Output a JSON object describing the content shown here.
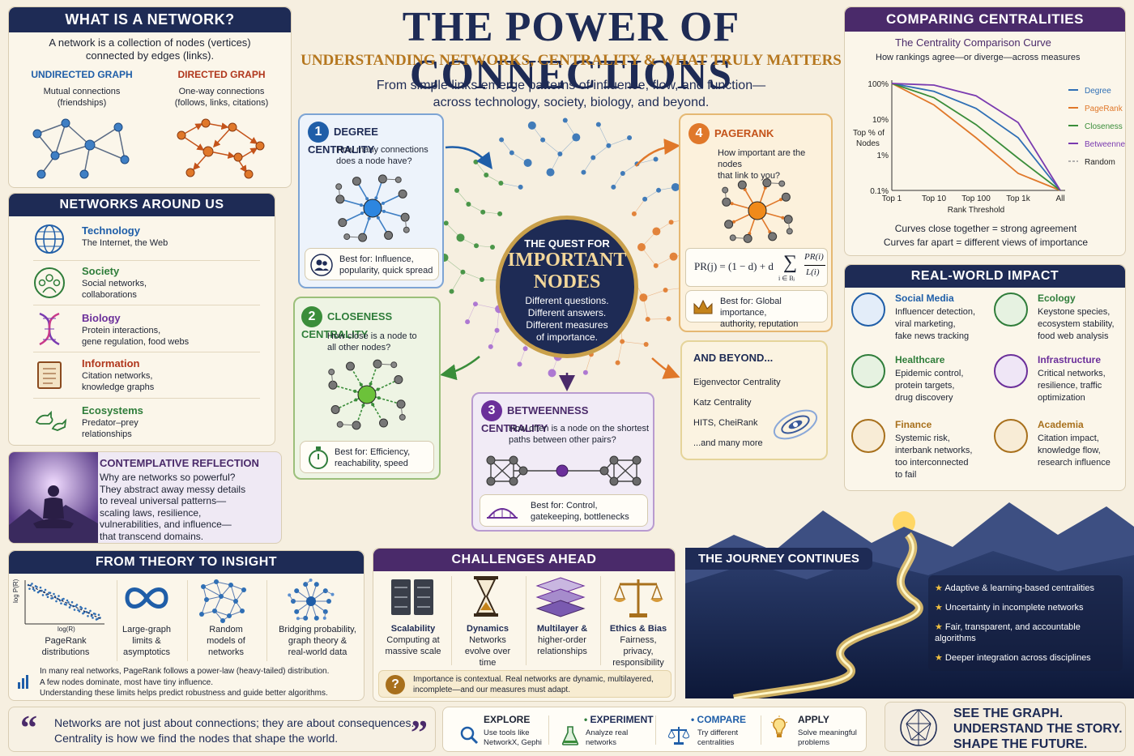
{
  "title": "THE POWER OF CONNECTIONS",
  "subtitle": "UNDERSTANDING NETWORKS, CENTRALITY & WHAT TRULY MATTERS",
  "intro": [
    "From simple links emerge patterns of influence, flow, and function—",
    "across technology, society, biology, and beyond."
  ],
  "what": {
    "header": "WHAT IS A NETWORK?",
    "desc": [
      "A network is a collection of nodes (vertices)",
      "connected by edges (links)."
    ],
    "undirected": {
      "title": "UNDIRECTED GRAPH",
      "d1": "Mutual connections",
      "d2": "(friendships)"
    },
    "directed": {
      "title": "DIRECTED GRAPH",
      "d1": "One-way connections",
      "d2": "(follows, links, citations)"
    }
  },
  "around": {
    "header": "NETWORKS AROUND US",
    "items": [
      {
        "title": "Technology",
        "d1": "The Internet, the Web",
        "d2": ""
      },
      {
        "title": "Society",
        "d1": "Social networks,",
        "d2": "collaborations"
      },
      {
        "title": "Biology",
        "d1": "Protein interactions,",
        "d2": "gene regulation, food webs"
      },
      {
        "title": "Information",
        "d1": "Citation networks,",
        "d2": "knowledge graphs"
      },
      {
        "title": "Ecosystems",
        "d1": "Predator–prey",
        "d2": "relationships"
      }
    ]
  },
  "reflection": {
    "title": "CONTEMPLATIVE REFLECTION",
    "lines": [
      "Why are networks so powerful?",
      "They abstract away messy details",
      "to reveal universal patterns—",
      "scaling laws, resilience,",
      "vulnerabilities, and influence—",
      "that transcend domains."
    ]
  },
  "degree": {
    "num": "1",
    "title": "DEGREE CENTRALITY",
    "q": [
      "How many connections",
      "does a node have?"
    ],
    "best": [
      "Best for: Influence,",
      "popularity, quick spread"
    ]
  },
  "closeness": {
    "num": "2",
    "title": "CLOSENESS CENTRALITY",
    "q": [
      "How close is a node to",
      "all other nodes?"
    ],
    "best": [
      "Best for: Efficiency,",
      "reachability, speed"
    ]
  },
  "betweenness": {
    "num": "3",
    "title": "BETWEENNESS CENTRALITY",
    "q": [
      "How often is a node on the shortest",
      "paths between other pairs?"
    ],
    "best": [
      "Best for: Control,",
      "gatekeeping, bottlenecks"
    ]
  },
  "pagerank": {
    "num": "4",
    "title": "PAGERANK",
    "q": [
      "How important are the nodes",
      "that link to you?"
    ],
    "formula_left": "PR(j) = (1 − d) + d",
    "formula_sum": "∑",
    "formula_sub": "i ∈ Bⱼ",
    "formula_num": "PR(i)",
    "formula_den": "L(i)",
    "best": [
      "Best for: Global importance,",
      "authority, reputation"
    ]
  },
  "quest": {
    "l1": "THE QUEST FOR",
    "l2": "IMPORTANT",
    "l3": "NODES",
    "d": [
      "Different questions.",
      "Different answers.",
      "Different measures",
      "of importance."
    ]
  },
  "beyond": {
    "title": "AND BEYOND...",
    "items": [
      "Eigenvector Centrality",
      "Katz Centrality",
      "HITS, CheiRank",
      "...and many more"
    ]
  },
  "comparing": {
    "header": "COMPARING CENTRALITIES",
    "title": "The Centrality Comparison Curve",
    "sub": "How rankings agree—or diverge—across measures",
    "note1": "Curves close together = strong agreement",
    "note2": "Curves far apart = different views of importance"
  },
  "chart_data": {
    "type": "line",
    "ylabel": "Top % of Nodes",
    "xlabel": "Rank Threshold",
    "categories": [
      "Top 1",
      "Top 10",
      "Top 100",
      "Top 1k",
      "All"
    ],
    "ytick_labels": [
      "100%",
      "10%",
      "1%",
      "0.1%"
    ],
    "series": [
      {
        "name": "Degree",
        "color": "#2f6fb5",
        "values": [
          100,
          60,
          20,
          3,
          0.1
        ]
      },
      {
        "name": "PageRank",
        "color": "#e0782a",
        "values": [
          100,
          25,
          3,
          0.3,
          0.1
        ]
      },
      {
        "name": "Closeness",
        "color": "#3a8d3a",
        "values": [
          100,
          40,
          7,
          0.8,
          0.1
        ]
      },
      {
        "name": "Betweenness",
        "color": "#7a3bb0",
        "values": [
          100,
          90,
          45,
          8,
          0.1
        ]
      },
      {
        "name": "Random",
        "color": "#999999",
        "values": []
      }
    ]
  },
  "impact": {
    "header": "REAL-WORLD IMPACT",
    "items": [
      {
        "title": "Social Media",
        "lines": [
          "Influencer detection,",
          "viral marketing,",
          "fake news tracking"
        ]
      },
      {
        "title": "Ecology",
        "lines": [
          "Keystone species,",
          "ecosystem stability,",
          "food web analysis"
        ]
      },
      {
        "title": "Healthcare",
        "lines": [
          "Epidemic control,",
          "protein targets,",
          "drug discovery"
        ]
      },
      {
        "title": "Infrastructure",
        "lines": [
          "Critical networks,",
          "resilience, traffic",
          "optimization"
        ]
      },
      {
        "title": "Finance",
        "lines": [
          "Systemic risk,",
          "interbank networks,",
          "too interconnected",
          "to fail"
        ]
      },
      {
        "title": "Academia",
        "lines": [
          "Citation impact,",
          "knowledge flow,",
          "research influence"
        ]
      }
    ]
  },
  "theory": {
    "header": "FROM THEORY TO INSIGHT",
    "ylab": "log P(R)",
    "xlab": "log(R)",
    "items": [
      {
        "l1": "PageRank",
        "l2": "distributions"
      },
      {
        "l1": "Large-graph",
        "l2": "limits &",
        "l3": "asymptotics"
      },
      {
        "l1": "Random",
        "l2": "models of",
        "l3": "networks"
      },
      {
        "l1": "Bridging probability,",
        "l2": "graph theory &",
        "l3": "real-world data"
      }
    ],
    "note": [
      "In many real networks, PageRank follows a power-law (heavy-tailed) distribution.",
      "A few nodes dominate, most have tiny influence.",
      "Understanding these limits helps predict robustness and guide better algorithms."
    ]
  },
  "challenges": {
    "header": "CHALLENGES AHEAD",
    "items": [
      {
        "title": "Scalability",
        "lines": [
          "Computing at",
          "massive scale"
        ]
      },
      {
        "title": "Dynamics",
        "lines": [
          "Networks",
          "evolve over",
          "time"
        ]
      },
      {
        "title": "Multilayer &",
        "lines": [
          "higher-order",
          "relationships"
        ]
      },
      {
        "title": "Ethics & Bias",
        "lines": [
          "Fairness,",
          "privacy,",
          "responsibility"
        ]
      }
    ],
    "note": [
      "Importance is contextual. Real networks are dynamic, multilayered,",
      "incomplete—and our measures must adapt."
    ]
  },
  "journey": {
    "header": "THE JOURNEY CONTINUES",
    "items": [
      "Adaptive & learning-based centralities",
      "Uncertainty in incomplete networks",
      "Fair, transparent, and accountable algorithms",
      "Deeper integration across disciplines"
    ]
  },
  "quote": {
    "l1": "Networks are not just about connections; they are about consequences.",
    "l2": "Centrality is how we find the nodes that shape the world."
  },
  "actions": [
    {
      "title": "EXPLORE",
      "d1": "Use tools like",
      "d2": "NetworkX, Gephi"
    },
    {
      "title": "EXPERIMENT",
      "d1": "Analyze real",
      "d2": "networks"
    },
    {
      "title": "COMPARE",
      "d1": "Try different",
      "d2": "centralities"
    },
    {
      "title": "APPLY",
      "d1": "Solve meaningful",
      "d2": "problems"
    }
  ],
  "slogan": [
    "SEE THE GRAPH.",
    "UNDERSTAND THE STORY.",
    "SHAPE THE FUTURE."
  ]
}
